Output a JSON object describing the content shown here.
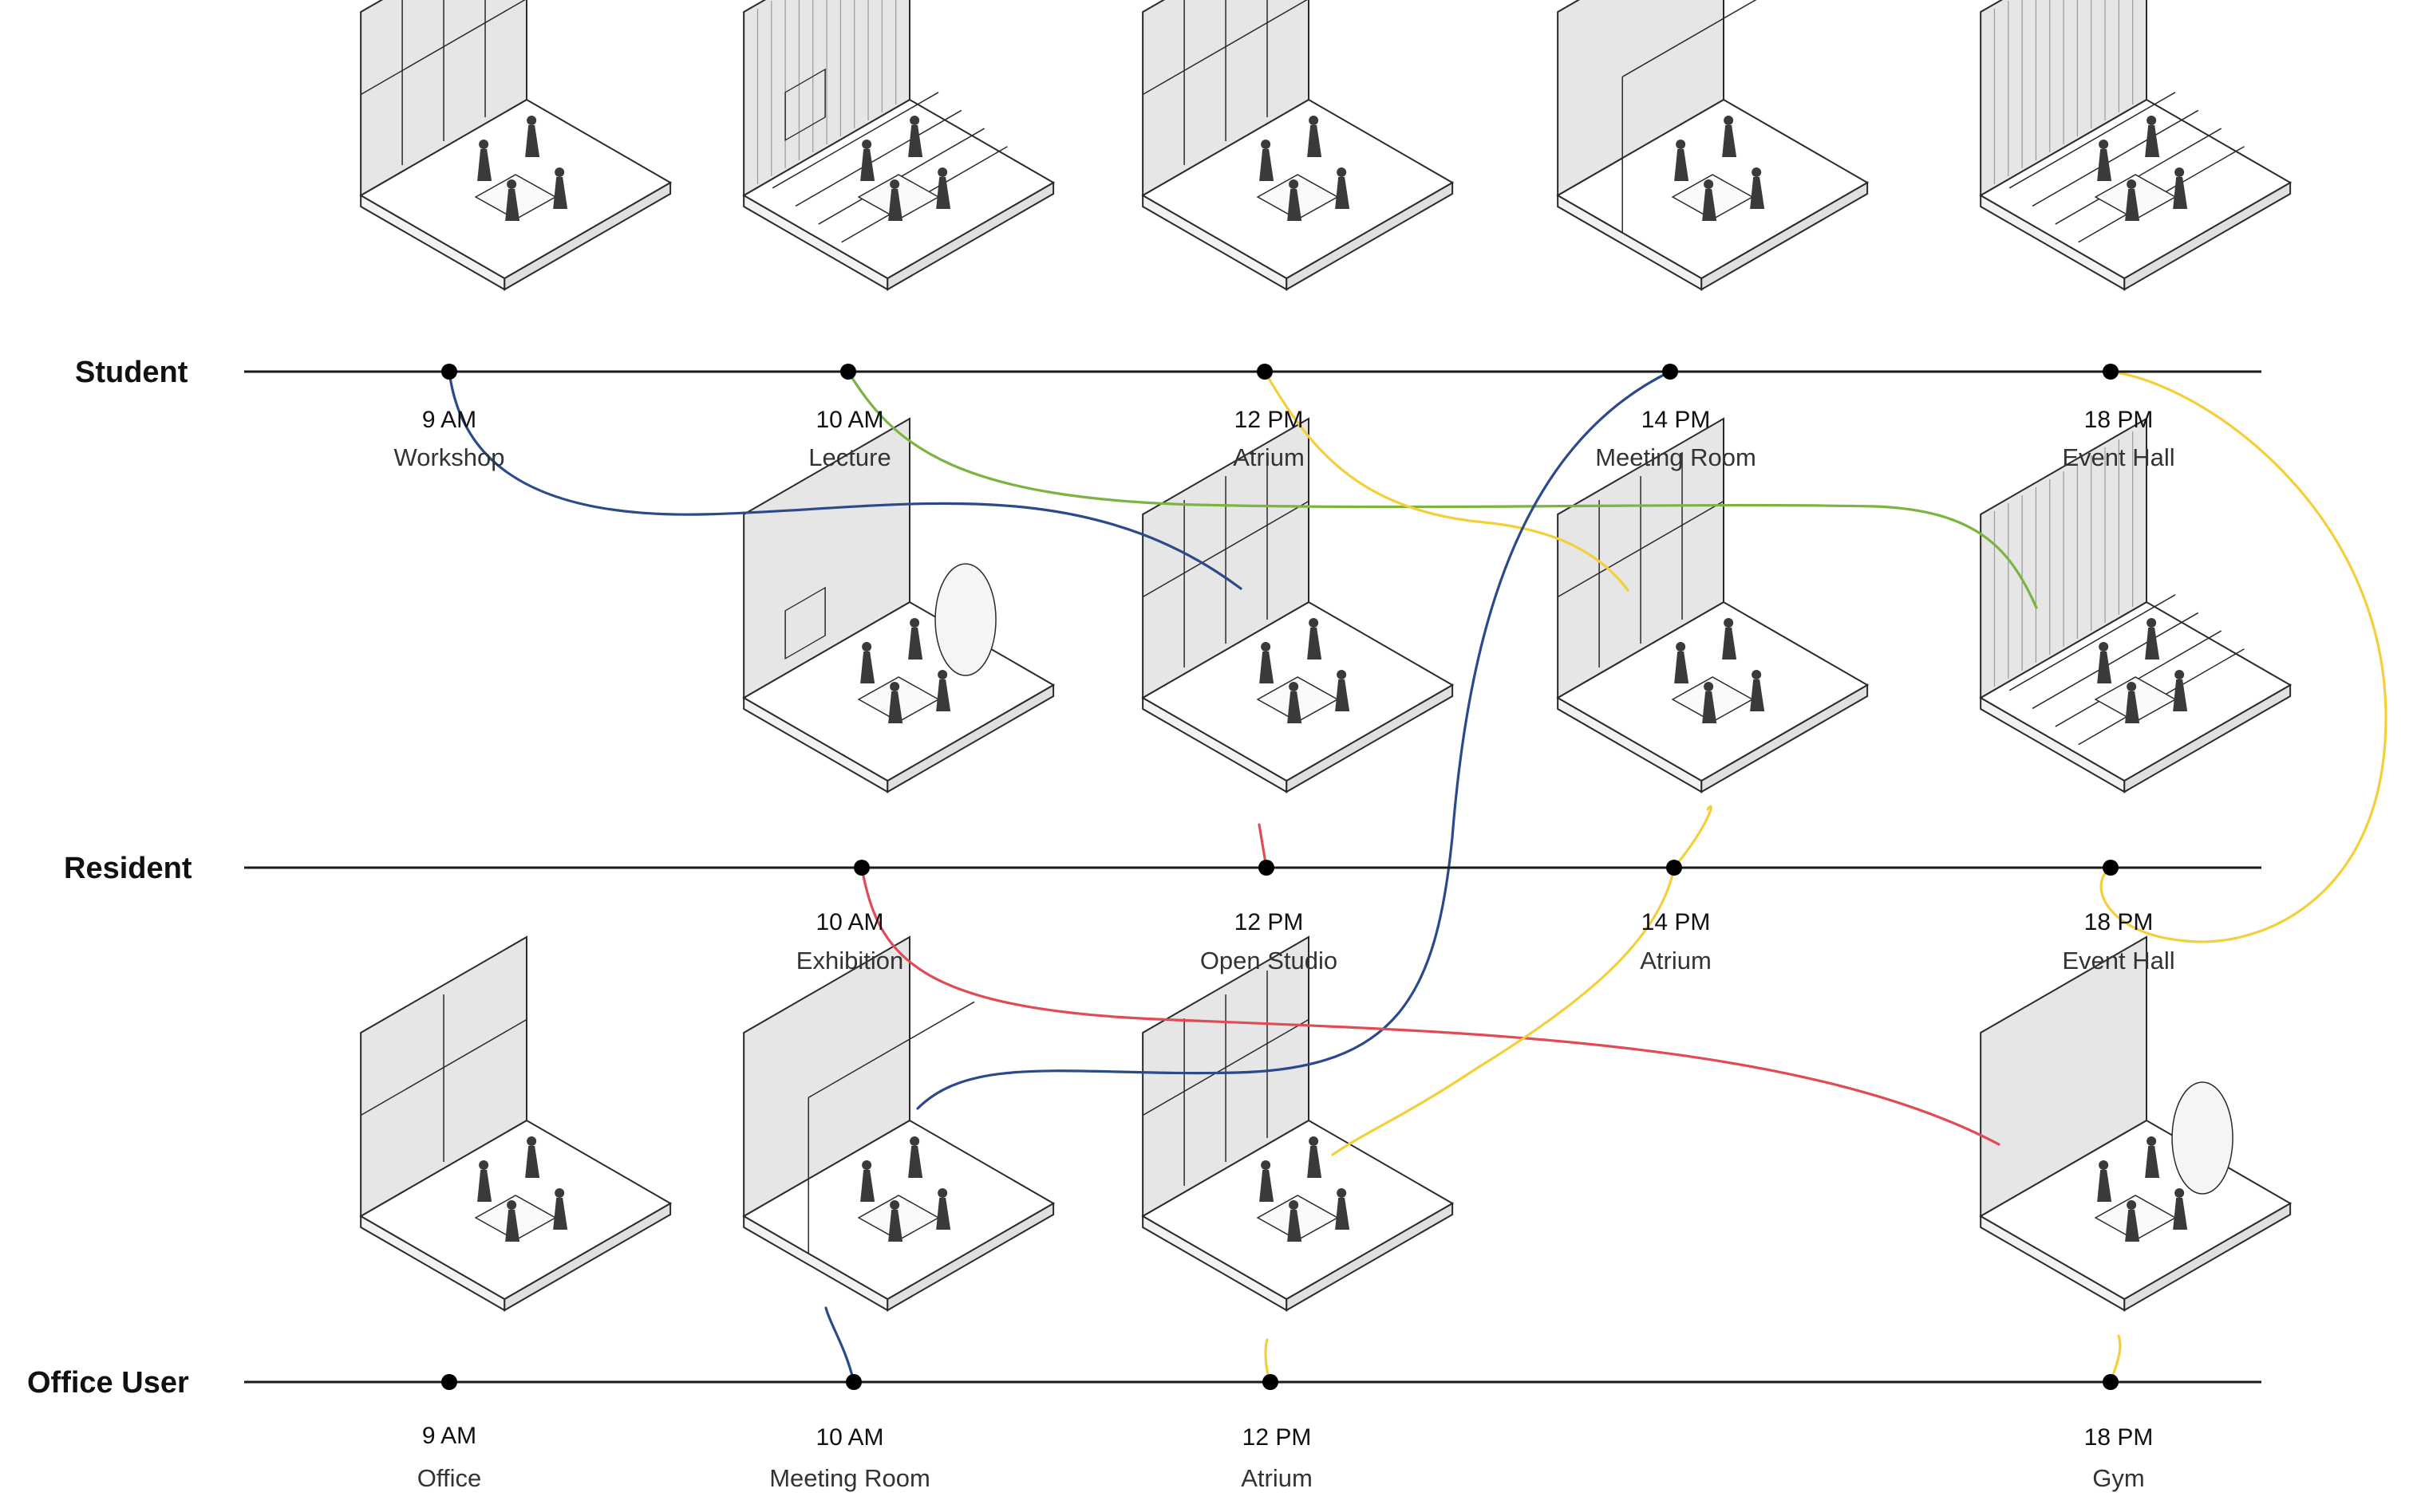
{
  "rows": [
    {
      "id": "student",
      "label": "Student",
      "stops": [
        {
          "time": "9 AM",
          "place": "Workshop"
        },
        {
          "time": "10 AM",
          "place": "Lecture"
        },
        {
          "time": "12 PM",
          "place": "Atrium"
        },
        {
          "time": "14 PM",
          "place": "Meeting Room"
        },
        {
          "time": "18 PM",
          "place": "Event Hall"
        }
      ]
    },
    {
      "id": "resident",
      "label": "Resident",
      "stops": [
        {
          "time": "10 AM",
          "place": "Exhibition"
        },
        {
          "time": "12 PM",
          "place": "Open Studio"
        },
        {
          "time": "14 PM",
          "place": "Atrium"
        },
        {
          "time": "18 PM",
          "place": "Event Hall"
        }
      ]
    },
    {
      "id": "office",
      "label": "Office User",
      "stops": [
        {
          "time": "9 AM",
          "place": "Office"
        },
        {
          "time": "10 AM",
          "place": "Meeting Room"
        },
        {
          "time": "12 PM",
          "place": "Atrium"
        },
        {
          "time": "18 PM",
          "place": "Gym"
        }
      ]
    }
  ],
  "colors": {
    "timeline": "#1a1a1a",
    "dot": "#000000",
    "path_blue": "#2b4a8b",
    "path_green": "#7cb342",
    "path_yellow": "#f4cf3a",
    "path_red": "#e04b55",
    "room_wall": "#e6e6e6",
    "room_floor": "#ffffff",
    "room_line": "#2a2a2a",
    "figure": "#3a3a3a"
  },
  "icons": [
    "isometric-room-illustration",
    "person-figure-icon"
  ]
}
